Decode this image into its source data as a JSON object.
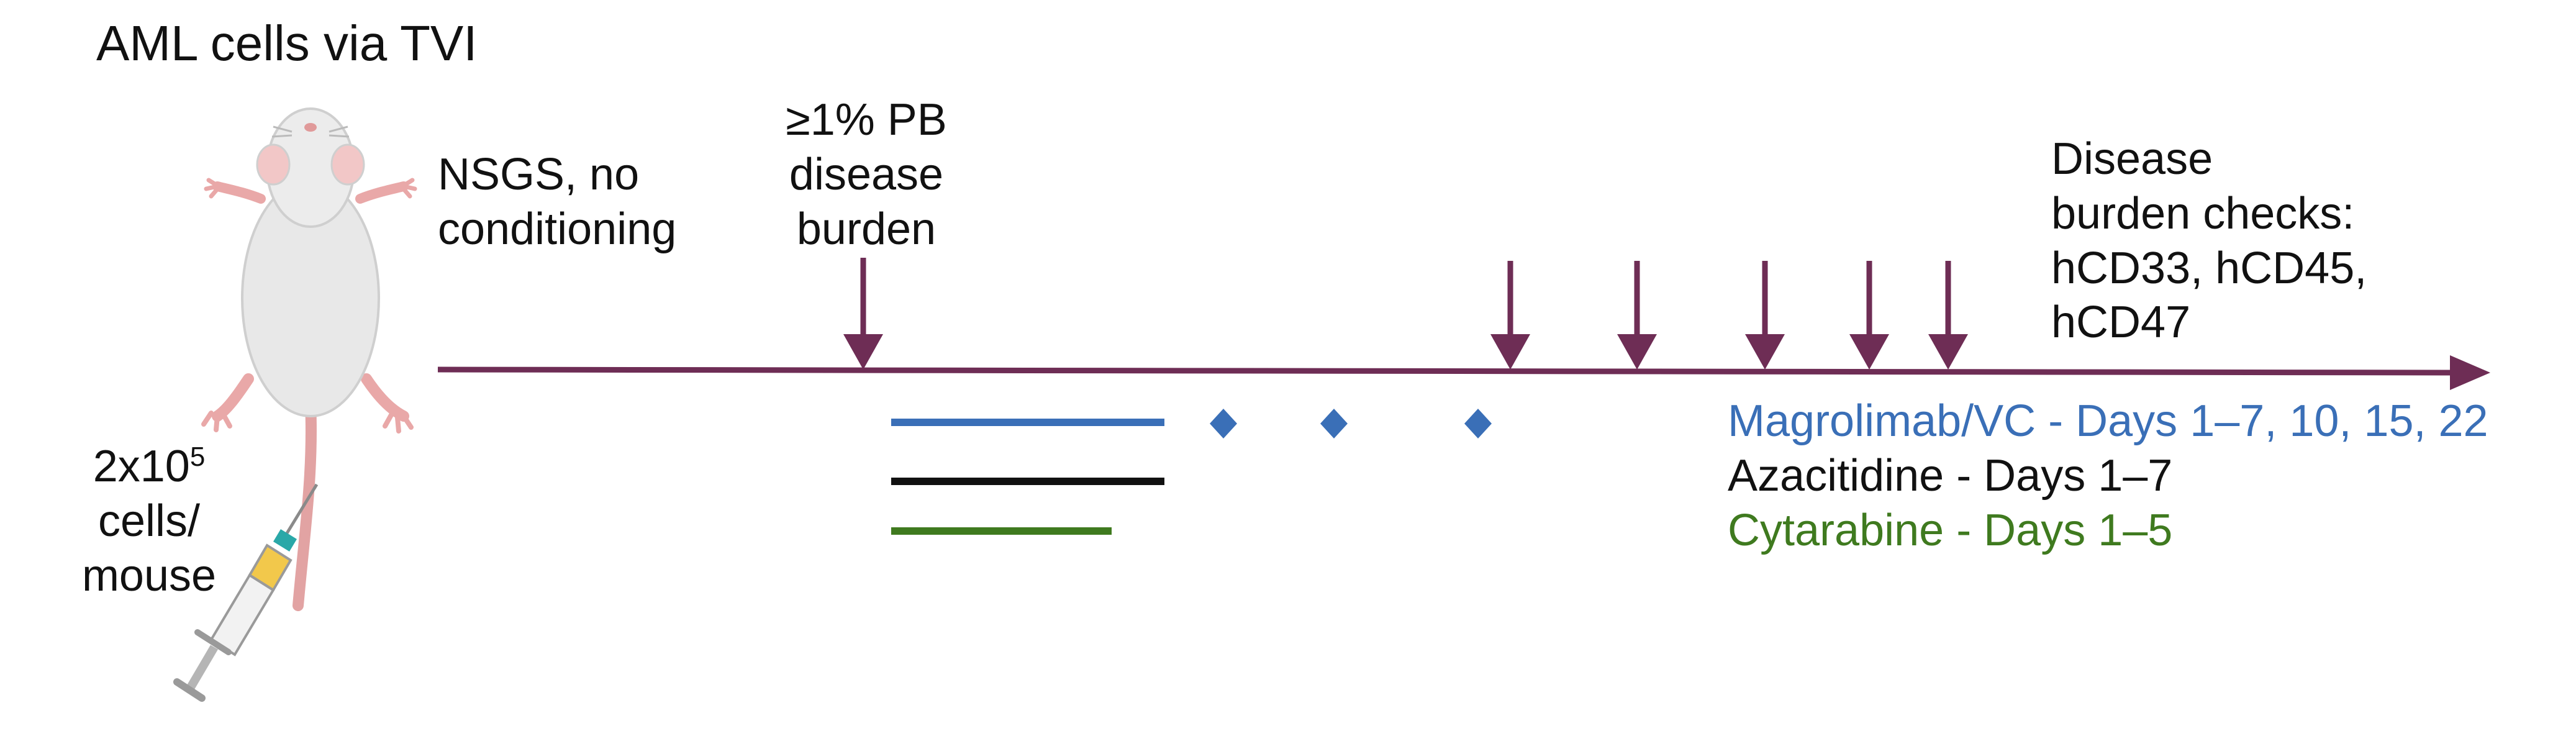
{
  "title": "AML cells via TVI",
  "injection": {
    "dose_base": "2x10",
    "dose_exponent": "5",
    "dose_line2": "cells/",
    "dose_line3": "mouse"
  },
  "model": {
    "line1": "NSGS, no",
    "line2": "conditioning"
  },
  "threshold": {
    "line1": "≥1% PB",
    "line2": "disease",
    "line3": "burden"
  },
  "checks": {
    "line1": "Disease",
    "line2": "burden checks:",
    "line3": "hCD33, hCD45,",
    "line4": "hCD47"
  },
  "treatments": [
    {
      "label": "Magrolimab/VC - Days 1–7, 10, 15, 22",
      "color": "#3a6fb7"
    },
    {
      "label": "Azacitidine - Days 1–7",
      "color": "#111111"
    },
    {
      "label": "Cytarabine - Days 1–5",
      "color": "#3f7a1f"
    }
  ],
  "colors": {
    "timeline": "#6e2d55",
    "magrolimab": "#3a6fb7",
    "azacitidine": "#111111",
    "cytarabine": "#3f7a1f"
  },
  "icons": [
    "mouse-icon",
    "syringe-icon"
  ]
}
